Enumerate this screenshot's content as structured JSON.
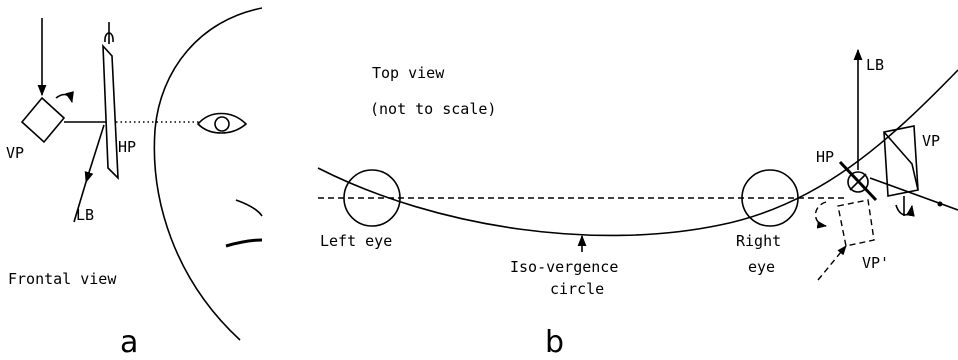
{
  "panel_a": {
    "labels": {
      "vp": "VP",
      "hp": "HP",
      "lb": "LB",
      "caption": "Frontal view",
      "panel_letter": "a"
    }
  },
  "panel_b": {
    "labels": {
      "title_line1": "Top view",
      "title_line2": "(not to scale)",
      "lb": "LB",
      "hp": "HP",
      "vp": "VP",
      "vp_prime": "VP'",
      "left_eye": "Left eye",
      "right_eye_line1": "Right",
      "right_eye_line2": "eye",
      "iso_line1": "Iso-vergence",
      "iso_line2": "circle",
      "panel_letter": "b"
    }
  }
}
